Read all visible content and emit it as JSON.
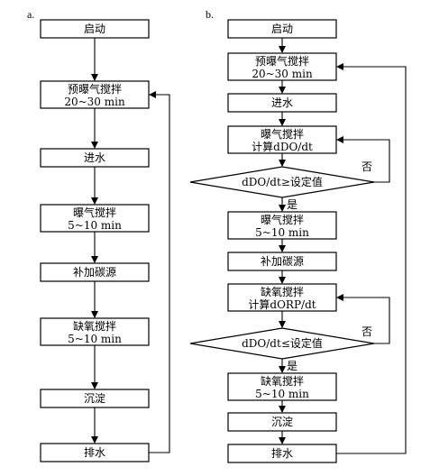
{
  "panel_a": {
    "label": "a.",
    "steps": [
      {
        "line1": "启动"
      },
      {
        "line1": "预曝气搅拌",
        "line2": "20~30 min"
      },
      {
        "line1": "进水"
      },
      {
        "line1": "曝气搅拌",
        "line2": "5~10 min"
      },
      {
        "line1": "补加碳源"
      },
      {
        "line1": "缺氧搅拌",
        "line2": "5~10 min"
      },
      {
        "line1": "沉淀"
      },
      {
        "line1": "排水"
      }
    ]
  },
  "panel_b": {
    "label": "b.",
    "steps": [
      {
        "line1": "启动"
      },
      {
        "line1": "预曝气搅拌",
        "line2": "20~30 min"
      },
      {
        "line1": "进水"
      },
      {
        "line1": "曝气搅拌",
        "line2": "计算dDO/dt"
      },
      {
        "line1": "曝气搅拌",
        "line2": "5~10 min"
      },
      {
        "line1": "补加碳源"
      },
      {
        "line1": "缺氧搅拌",
        "line2": "计算dORP/dt"
      },
      {
        "line1": "缺氧搅拌",
        "line2": "5~10 min"
      },
      {
        "line1": "沉淀"
      },
      {
        "line1": "排水"
      }
    ],
    "decisions": [
      {
        "condition": "dDO/dt≥设定值",
        "yes": "是",
        "no": "否"
      },
      {
        "condition": "dDO/dt≤设定值",
        "yes": "是",
        "no": "否"
      }
    ]
  }
}
